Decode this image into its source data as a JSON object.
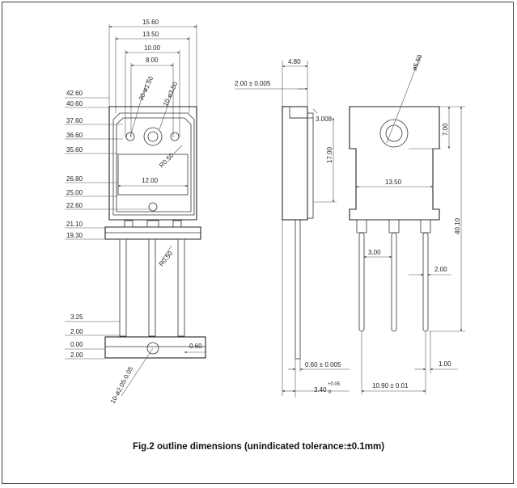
{
  "caption": "Fig.2 outline dimensions (unindicated tolerance:±0.1mm)",
  "front_view": {
    "top_widths": [
      "15.60",
      "13.50",
      "10.00",
      "8.00"
    ],
    "angled": [
      "30-ø1.50",
      "10-ø3.50",
      "R0.50",
      "R0.50",
      "10-ø2.05-0.05"
    ],
    "left_dims": [
      "42.60",
      "40.60",
      "37.60",
      "36.60",
      "35.60",
      "26.80",
      "25.00",
      "22.60",
      "21.10",
      "19.30",
      "3.25",
      "2.00",
      "0.00",
      "2.00"
    ],
    "window_width": "12.00",
    "lead_gap": "0.60",
    "tol_super": "0",
    "tol_sub": "-0.05"
  },
  "side_view": {
    "width_top": "4.80",
    "offset": "2.00 ± 0.005",
    "notch": "3.008",
    "body_height": "17.00",
    "lead_thickness": "0.60 ± 0.005",
    "bottom_width": "3.40",
    "bottom_tol": "+0.05",
    "bottom_tol_low": "0"
  },
  "back_view": {
    "hole": "ø5.50",
    "height_top": "7.00",
    "width": "13.50",
    "total_height": "40.10",
    "pitch": "3.00",
    "lead_width": "2.00",
    "lead_pitch_total": "10.90 ± 0.01",
    "lead_end": "1.00"
  }
}
